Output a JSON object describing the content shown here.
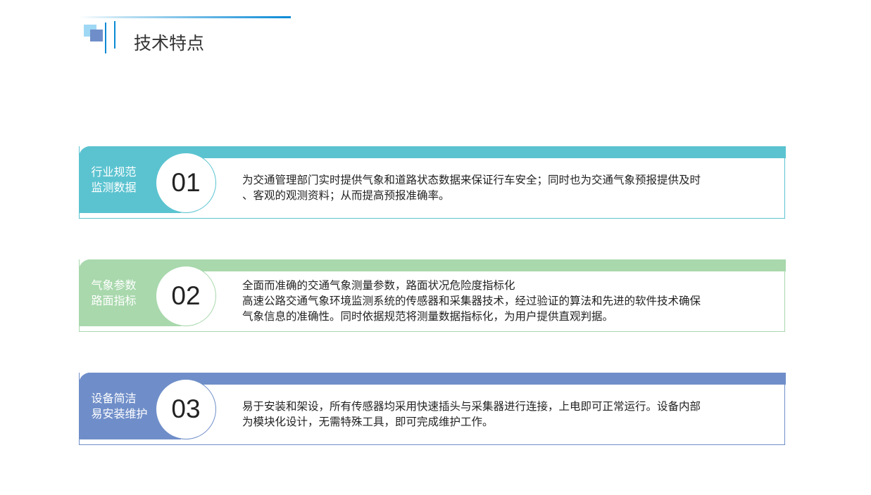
{
  "header": {
    "title": "技术特点"
  },
  "cards": [
    {
      "number": "01",
      "label_lines": [
        "行业规范",
        "监测数据"
      ],
      "color": "#5bc3d0",
      "lines": [
        "为交通管理部门实时提供气象和道路状态数据来保证行车安全；同时也为交通气象预报提供及时",
        "、客观的观测资料；从而提高预报准确率。"
      ]
    },
    {
      "number": "02",
      "label_lines": [
        "气象参数",
        "路面指标"
      ],
      "color": "#a8d8ac",
      "lines": [
        "全面而准确的交通气象测量参数，路面状况危险度指标化",
        "高速公路交通气象环境监测系统的传感器和采集器技术，经过验证的算法和先进的软件技术确保",
        "气象信息的准确性。同时依据规范将测量数据指标化，为用户提供直观判据。"
      ]
    },
    {
      "number": "03",
      "label_lines": [
        "设备简洁",
        "易安装维护"
      ],
      "color": "#6f8ec9",
      "lines": [
        "易于安装和架设，所有传感器均采用快速插头与采集器进行连接，上电即可正常运行。设备内部",
        "为模块化设计，无需特殊工具，即可完成维护工作。"
      ]
    }
  ]
}
